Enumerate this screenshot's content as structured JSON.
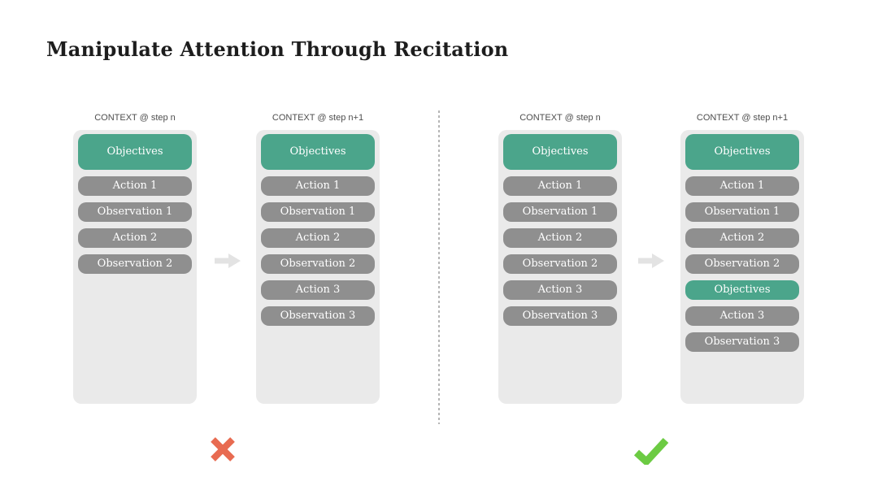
{
  "title": "Manipulate Attention Through Recitation",
  "panels": [
    {
      "header": "CONTEXT @ step n",
      "boxes": [
        {
          "label": "Objectives",
          "type": "objective"
        },
        {
          "label": "Action 1",
          "type": "step"
        },
        {
          "label": "Observation 1",
          "type": "step"
        },
        {
          "label": "Action 2",
          "type": "step"
        },
        {
          "label": "Observation 2",
          "type": "step"
        }
      ]
    },
    {
      "header": "CONTEXT @ step n+1",
      "boxes": [
        {
          "label": "Objectives",
          "type": "objective"
        },
        {
          "label": "Action 1",
          "type": "step"
        },
        {
          "label": "Observation 1",
          "type": "step"
        },
        {
          "label": "Action 2",
          "type": "step"
        },
        {
          "label": "Observation 2",
          "type": "step"
        },
        {
          "label": "Action 3",
          "type": "step"
        },
        {
          "label": "Observation 3",
          "type": "step"
        }
      ]
    },
    {
      "header": "CONTEXT @ step n",
      "boxes": [
        {
          "label": "Objectives",
          "type": "objective"
        },
        {
          "label": "Action 1",
          "type": "step"
        },
        {
          "label": "Observation 1",
          "type": "step"
        },
        {
          "label": "Action 2",
          "type": "step"
        },
        {
          "label": "Observation 2",
          "type": "step"
        },
        {
          "label": "Action 3",
          "type": "step"
        },
        {
          "label": "Observation 3",
          "type": "step"
        }
      ]
    },
    {
      "header": "CONTEXT @ step n+1",
      "boxes": [
        {
          "label": "Objectives",
          "type": "objective"
        },
        {
          "label": "Action 1",
          "type": "step"
        },
        {
          "label": "Observation 1",
          "type": "step"
        },
        {
          "label": "Action 2",
          "type": "step"
        },
        {
          "label": "Observation 2",
          "type": "step"
        },
        {
          "label": "Objectives",
          "type": "objective"
        },
        {
          "label": "Action 3",
          "type": "step"
        },
        {
          "label": "Observation 3",
          "type": "step"
        }
      ]
    }
  ],
  "icons": {
    "transition": "right-arrow-icon",
    "left_verdict": "cross-icon",
    "right_verdict": "check-icon"
  },
  "colors": {
    "objective_box": "#4BA58B",
    "step_box": "#8F8F8F",
    "panel_background": "#EAEAEA",
    "arrow": "#E3E3E3",
    "cross": "#E86B51",
    "check": "#6CCB43",
    "divider": "#B5B5B5",
    "header_text": "#4D4D4D",
    "title_text": "#1D1D1D",
    "box_text": "#FFFFFF",
    "background": "#FFFFFF"
  }
}
